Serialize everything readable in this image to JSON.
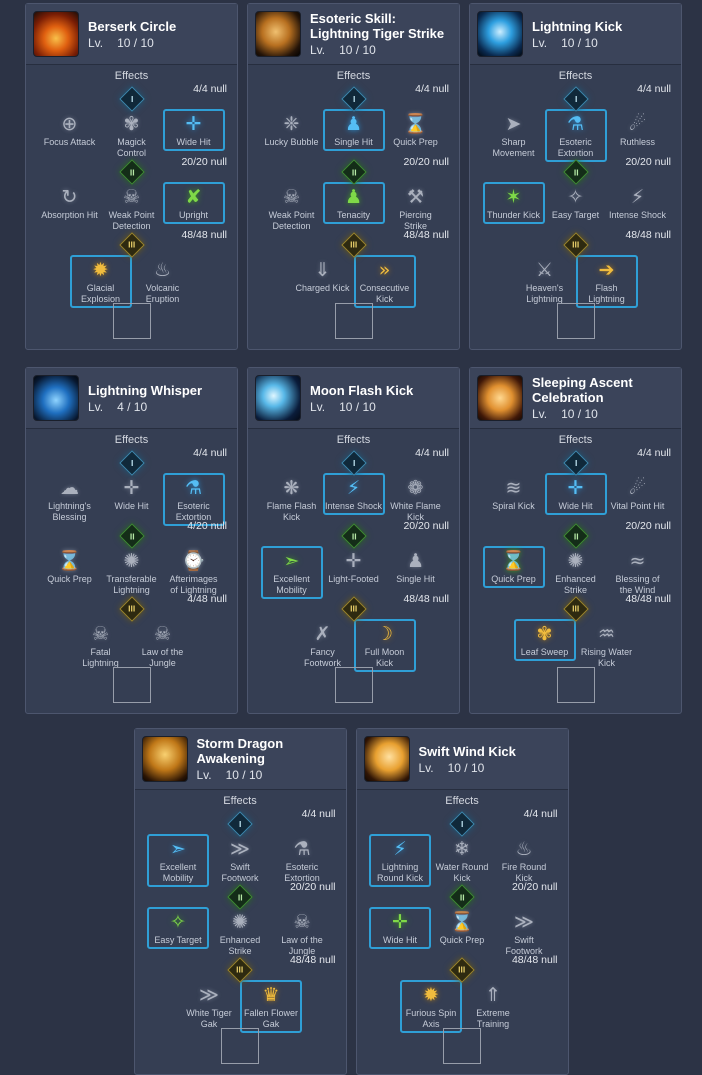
{
  "labels": {
    "effects": "Effects",
    "level": "Lv."
  },
  "colors": {
    "page_background": "#2c3345",
    "card_background": "#353e53",
    "card_header_background": "#3b445a",
    "selected_border": "#2f9fd6",
    "tier1_accent": "#3e87ad",
    "tier2_accent": "#3f8a35",
    "tier3_accent": "#9a842e",
    "locked_icon": "#aab0bd",
    "blue_icon": "#55bdf4",
    "green_icon": "#7fd948",
    "gold_icon": "#f0bc3e"
  },
  "cards": [
    {
      "title": "Berserk Circle",
      "level": "10 / 10",
      "icon": "berserk-circle-skill-icon",
      "icon_style": "fire",
      "tiers": [
        {
          "numeral": "I",
          "count": "4/4 null",
          "effects": [
            {
              "label": "Focus Attack",
              "glyph": "⊕",
              "tint": "grey",
              "selected": false
            },
            {
              "label": "Magick Control",
              "glyph": "✾",
              "tint": "grey",
              "selected": false
            },
            {
              "label": "Wide Hit",
              "glyph": "✛",
              "tint": "blue",
              "selected": true
            }
          ]
        },
        {
          "numeral": "II",
          "count": "20/20 null",
          "effects": [
            {
              "label": "Absorption Hit",
              "glyph": "↻",
              "tint": "grey",
              "selected": false
            },
            {
              "label": "Weak Point Detection",
              "glyph": "☠",
              "tint": "grey",
              "selected": false
            },
            {
              "label": "Upright",
              "glyph": "✘",
              "tint": "green",
              "selected": true
            }
          ]
        },
        {
          "numeral": "III",
          "count": "48/48 null",
          "effects": [
            {
              "label": "Glacial Explosion",
              "glyph": "✹",
              "tint": "gold",
              "selected": true
            },
            {
              "label": "Volcanic Eruption",
              "glyph": "♨",
              "tint": "grey",
              "selected": false
            }
          ]
        }
      ]
    },
    {
      "title": "Esoteric Skill: Lightning Tiger Strike",
      "level": "10 / 10",
      "icon": "lightning-tiger-strike-skill-icon",
      "icon_style": "tiger",
      "tiers": [
        {
          "numeral": "I",
          "count": "4/4 null",
          "effects": [
            {
              "label": "Lucky Bubble",
              "glyph": "❈",
              "tint": "grey",
              "selected": false
            },
            {
              "label": "Single Hit",
              "glyph": "♟",
              "tint": "blue",
              "selected": true
            },
            {
              "label": "Quick Prep",
              "glyph": "⌛",
              "tint": "grey",
              "selected": false
            }
          ]
        },
        {
          "numeral": "II",
          "count": "20/20 null",
          "effects": [
            {
              "label": "Weak Point Detection",
              "glyph": "☠",
              "tint": "grey",
              "selected": false
            },
            {
              "label": "Tenacity",
              "glyph": "♟",
              "tint": "green",
              "selected": true
            },
            {
              "label": "Piercing Strike",
              "glyph": "⚒",
              "tint": "grey",
              "selected": false
            }
          ]
        },
        {
          "numeral": "III",
          "count": "48/48 null",
          "effects": [
            {
              "label": "Charged Kick",
              "glyph": "⇓",
              "tint": "grey",
              "selected": false
            },
            {
              "label": "Consecutive Kick",
              "glyph": "»",
              "tint": "gold",
              "selected": true
            }
          ]
        }
      ]
    },
    {
      "title": "Lightning Kick",
      "level": "10 / 10",
      "icon": "lightning-kick-skill-icon",
      "icon_style": "lightning",
      "tiers": [
        {
          "numeral": "I",
          "count": "4/4 null",
          "effects": [
            {
              "label": "Sharp Movement",
              "glyph": "➤",
              "tint": "grey",
              "selected": false
            },
            {
              "label": "Esoteric Extortion",
              "glyph": "⚗",
              "tint": "blue",
              "selected": true
            },
            {
              "label": "Ruthless",
              "glyph": "☄",
              "tint": "grey",
              "selected": false
            }
          ]
        },
        {
          "numeral": "II",
          "count": "20/20 null",
          "effects": [
            {
              "label": "Thunder Kick",
              "glyph": "✶",
              "tint": "green",
              "selected": true
            },
            {
              "label": "Easy Target",
              "glyph": "✧",
              "tint": "grey",
              "selected": false
            },
            {
              "label": "Intense Shock",
              "glyph": "⚡",
              "tint": "grey",
              "selected": false
            }
          ]
        },
        {
          "numeral": "III",
          "count": "48/48 null",
          "effects": [
            {
              "label": "Heaven's Lightning",
              "glyph": "⚔",
              "tint": "grey",
              "selected": false
            },
            {
              "label": "Flash Lightning",
              "glyph": "➔",
              "tint": "gold",
              "selected": true
            }
          ]
        }
      ]
    },
    {
      "title": "Lightning Whisper",
      "level": "4 / 10",
      "icon": "lightning-whisper-skill-icon",
      "icon_style": "whisper",
      "tiers": [
        {
          "numeral": "I",
          "count": "4/4 null",
          "effects": [
            {
              "label": "Lightning's Blessing",
              "glyph": "☁",
              "tint": "grey",
              "selected": false
            },
            {
              "label": "Wide Hit",
              "glyph": "✛",
              "tint": "grey",
              "selected": false
            },
            {
              "label": "Esoteric Extortion",
              "glyph": "⚗",
              "tint": "blue",
              "selected": true
            }
          ]
        },
        {
          "numeral": "II",
          "count": "4/20 null",
          "effects": [
            {
              "label": "Quick Prep",
              "glyph": "⌛",
              "tint": "grey",
              "selected": false
            },
            {
              "label": "Transferable Lightning",
              "glyph": "✺",
              "tint": "grey",
              "selected": false
            },
            {
              "label": "Afterimages of Lightning",
              "glyph": "⌚",
              "tint": "grey",
              "selected": false
            }
          ]
        },
        {
          "numeral": "III",
          "count": "4/48 null",
          "effects": [
            {
              "label": "Fatal Lightning",
              "glyph": "☠",
              "tint": "grey",
              "selected": false
            },
            {
              "label": "Law of the Jungle",
              "glyph": "☠",
              "tint": "grey",
              "selected": false
            }
          ]
        }
      ]
    },
    {
      "title": "Moon Flash Kick",
      "level": "10 / 10",
      "icon": "moon-flash-kick-skill-icon",
      "icon_style": "moon",
      "tiers": [
        {
          "numeral": "I",
          "count": "4/4 null",
          "effects": [
            {
              "label": "Flame Flash Kick",
              "glyph": "❋",
              "tint": "grey",
              "selected": false
            },
            {
              "label": "Intense Shock",
              "glyph": "⚡",
              "tint": "blue",
              "selected": true
            },
            {
              "label": "White Flame Kick",
              "glyph": "❁",
              "tint": "grey",
              "selected": false
            }
          ]
        },
        {
          "numeral": "II",
          "count": "20/20 null",
          "effects": [
            {
              "label": "Excellent Mobility",
              "glyph": "➣",
              "tint": "green",
              "selected": true
            },
            {
              "label": "Light-Footed",
              "glyph": "✛",
              "tint": "grey",
              "selected": false
            },
            {
              "label": "Single Hit",
              "glyph": "♟",
              "tint": "grey",
              "selected": false
            }
          ]
        },
        {
          "numeral": "III",
          "count": "48/48 null",
          "effects": [
            {
              "label": "Fancy Footwork",
              "glyph": "✗",
              "tint": "grey",
              "selected": false
            },
            {
              "label": "Full Moon Kick",
              "glyph": "☽",
              "tint": "gold",
              "selected": true
            }
          ]
        }
      ]
    },
    {
      "title": "Sleeping Ascent Celebration",
      "level": "10 / 10",
      "icon": "sleeping-ascent-celebration-skill-icon",
      "icon_style": "rings",
      "tiers": [
        {
          "numeral": "I",
          "count": "4/4 null",
          "effects": [
            {
              "label": "Spiral Kick",
              "glyph": "≋",
              "tint": "grey",
              "selected": false
            },
            {
              "label": "Wide Hit",
              "glyph": "✛",
              "tint": "blue",
              "selected": true
            },
            {
              "label": "Vital Point Hit",
              "glyph": "☄",
              "tint": "grey",
              "selected": false
            }
          ]
        },
        {
          "numeral": "II",
          "count": "20/20 null",
          "effects": [
            {
              "label": "Quick Prep",
              "glyph": "⌛",
              "tint": "green",
              "selected": true
            },
            {
              "label": "Enhanced Strike",
              "glyph": "✺",
              "tint": "grey",
              "selected": false
            },
            {
              "label": "Blessing of the Wind",
              "glyph": "≈",
              "tint": "grey",
              "selected": false
            }
          ]
        },
        {
          "numeral": "III",
          "count": "48/48 null",
          "effects": [
            {
              "label": "Leaf Sweep",
              "glyph": "✾",
              "tint": "gold",
              "selected": true
            },
            {
              "label": "Rising Water Kick",
              "glyph": "♒",
              "tint": "grey",
              "selected": false
            }
          ]
        }
      ]
    },
    {
      "title": "Storm Dragon Awakening",
      "level": "10 / 10",
      "icon": "storm-dragon-awakening-skill-icon",
      "icon_style": "dragon",
      "tiers": [
        {
          "numeral": "I",
          "count": "4/4 null",
          "effects": [
            {
              "label": "Excellent Mobility",
              "glyph": "➣",
              "tint": "blue",
              "selected": true
            },
            {
              "label": "Swift Footwork",
              "glyph": "≫",
              "tint": "grey",
              "selected": false
            },
            {
              "label": "Esoteric Extortion",
              "glyph": "⚗",
              "tint": "grey",
              "selected": false
            }
          ]
        },
        {
          "numeral": "II",
          "count": "20/20 null",
          "effects": [
            {
              "label": "Easy Target",
              "glyph": "✧",
              "tint": "green",
              "selected": true
            },
            {
              "label": "Enhanced Strike",
              "glyph": "✺",
              "tint": "grey",
              "selected": false
            },
            {
              "label": "Law of the Jungle",
              "glyph": "☠",
              "tint": "grey",
              "selected": false
            }
          ]
        },
        {
          "numeral": "III",
          "count": "48/48 null",
          "effects": [
            {
              "label": "White Tiger Gak",
              "glyph": "≫",
              "tint": "grey",
              "selected": false
            },
            {
              "label": "Fallen Flower Gak",
              "glyph": "♛",
              "tint": "gold",
              "selected": true
            }
          ]
        }
      ]
    },
    {
      "title": "Swift Wind Kick",
      "level": "10 / 10",
      "icon": "swift-wind-kick-skill-icon",
      "icon_style": "wind",
      "tiers": [
        {
          "numeral": "I",
          "count": "4/4 null",
          "effects": [
            {
              "label": "Lightning Round Kick",
              "glyph": "⚡",
              "tint": "blue",
              "selected": true
            },
            {
              "label": "Water Round Kick",
              "glyph": "❄",
              "tint": "grey",
              "selected": false
            },
            {
              "label": "Fire Round Kick",
              "glyph": "♨",
              "tint": "grey",
              "selected": false
            }
          ]
        },
        {
          "numeral": "II",
          "count": "20/20 null",
          "effects": [
            {
              "label": "Wide Hit",
              "glyph": "✛",
              "tint": "green",
              "selected": true
            },
            {
              "label": "Quick Prep",
              "glyph": "⌛",
              "tint": "grey",
              "selected": false
            },
            {
              "label": "Swift Footwork",
              "glyph": "≫",
              "tint": "grey",
              "selected": false
            }
          ]
        },
        {
          "numeral": "III",
          "count": "48/48 null",
          "effects": [
            {
              "label": "Furious Spin Axis",
              "glyph": "✹",
              "tint": "gold",
              "selected": true
            },
            {
              "label": "Extreme Training",
              "glyph": "⇑",
              "tint": "grey",
              "selected": false
            }
          ]
        }
      ]
    }
  ]
}
